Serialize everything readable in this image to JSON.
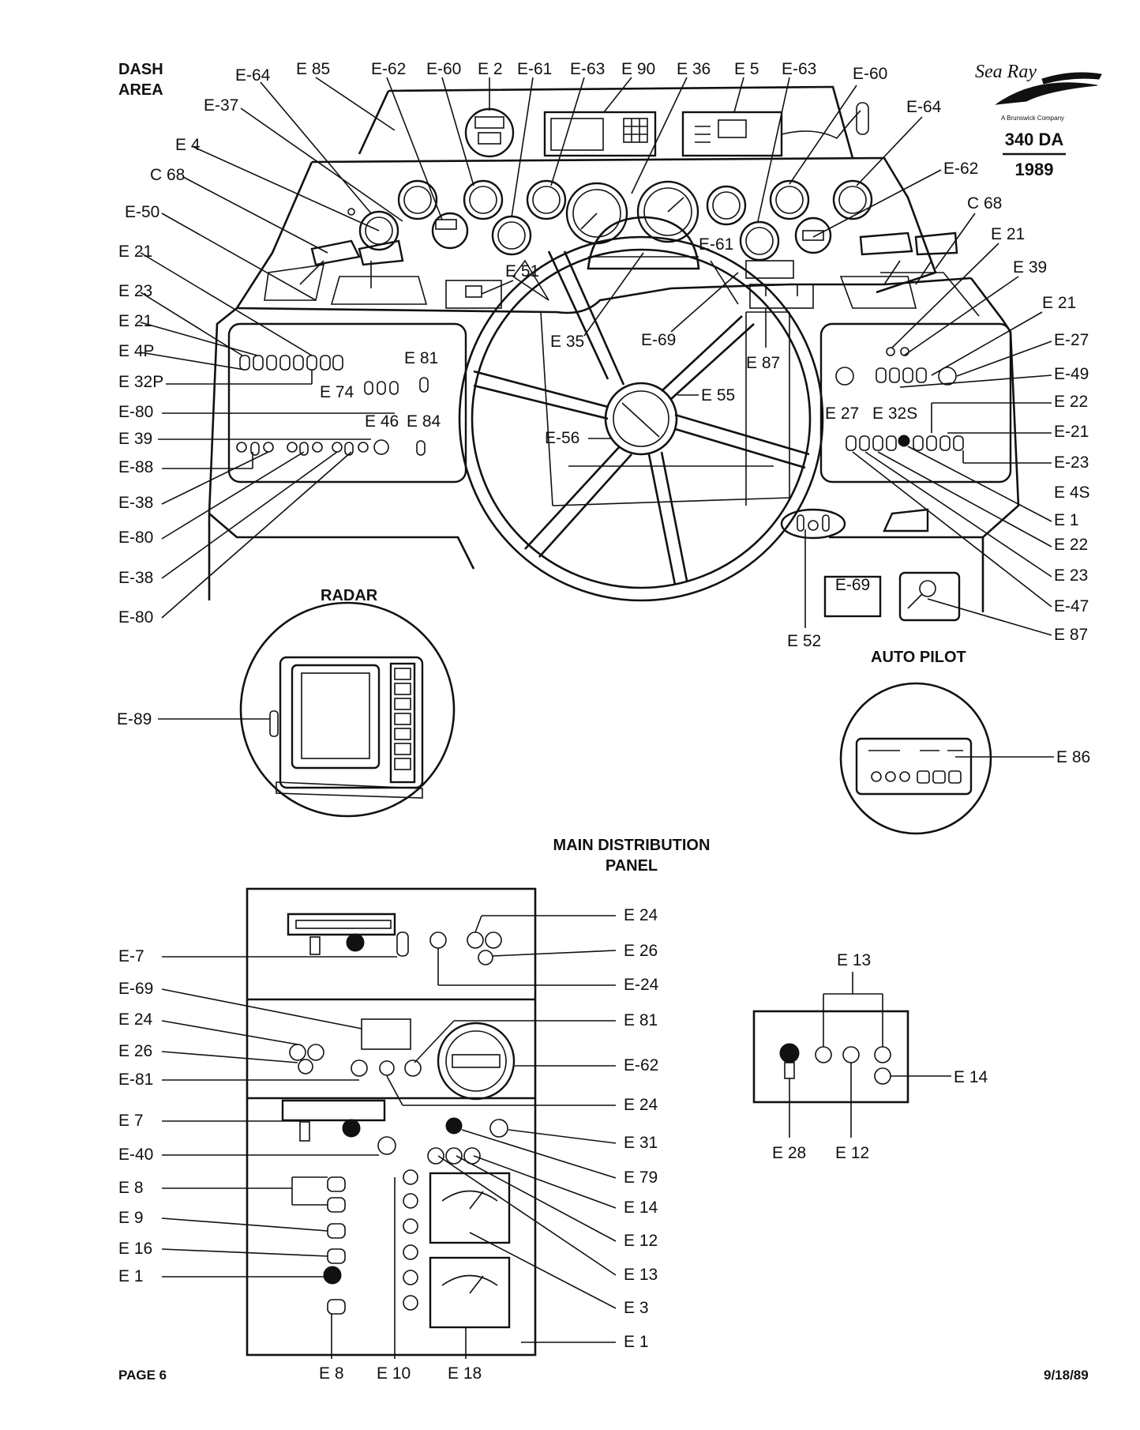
{
  "headings": {
    "dash_area_1": "DASH",
    "dash_area_2": "AREA",
    "radar": "RADAR",
    "auto_pilot": "AUTO PILOT",
    "main_panel_1": "MAIN DISTRIBUTION",
    "main_panel_2": "PANEL",
    "page": "PAGE 6",
    "date": "9/18/89"
  },
  "brand": {
    "logo_text": "Sea Ray",
    "company_line": "A Brunswick Company",
    "model": "340 DA",
    "year": "1989"
  },
  "dash_labels": [
    {
      "id": "e85",
      "text": "E 85"
    },
    {
      "id": "e64a",
      "text": "E-64"
    },
    {
      "id": "e62a",
      "text": "E-62"
    },
    {
      "id": "e60a",
      "text": "E-60"
    },
    {
      "id": "e2",
      "text": "E 2"
    },
    {
      "id": "e61a",
      "text": "E-61"
    },
    {
      "id": "e63a",
      "text": "E-63"
    },
    {
      "id": "e90",
      "text": "E 90"
    },
    {
      "id": "e36",
      "text": "E 36"
    },
    {
      "id": "e5",
      "text": "E 5"
    },
    {
      "id": "e63b",
      "text": "E-63"
    },
    {
      "id": "e60b",
      "text": "E-60"
    },
    {
      "id": "e64b",
      "text": "E-64"
    },
    {
      "id": "e37",
      "text": "E-37"
    },
    {
      "id": "e4",
      "text": "E 4"
    },
    {
      "id": "c68a",
      "text": "C 68"
    },
    {
      "id": "e50",
      "text": "E-50"
    },
    {
      "id": "e21a",
      "text": "E 21"
    },
    {
      "id": "e23a",
      "text": "E 23"
    },
    {
      "id": "e21b",
      "text": "E 21"
    },
    {
      "id": "e4p",
      "text": "E 4P"
    },
    {
      "id": "e32p",
      "text": "E 32P"
    },
    {
      "id": "e80a",
      "text": "E-80"
    },
    {
      "id": "e39a",
      "text": "E 39"
    },
    {
      "id": "e88",
      "text": "E-88"
    },
    {
      "id": "e38a",
      "text": "E-38"
    },
    {
      "id": "e80b",
      "text": "E-80"
    },
    {
      "id": "e38b",
      "text": "E-38"
    },
    {
      "id": "e80c",
      "text": "E-80"
    },
    {
      "id": "e51",
      "text": "E 51"
    },
    {
      "id": "e35",
      "text": "E 35"
    },
    {
      "id": "e69a",
      "text": "E-69"
    },
    {
      "id": "e87a",
      "text": "E 87"
    },
    {
      "id": "e55",
      "text": "E 55"
    },
    {
      "id": "e56",
      "text": "E-56"
    },
    {
      "id": "e61b",
      "text": "E-61"
    },
    {
      "id": "e62b",
      "text": "E-62"
    },
    {
      "id": "c68b",
      "text": "C 68"
    },
    {
      "id": "e21c",
      "text": "E 21"
    },
    {
      "id": "e39b",
      "text": "E 39"
    },
    {
      "id": "e21d",
      "text": "E 21"
    },
    {
      "id": "e27a",
      "text": "E-27"
    },
    {
      "id": "e49",
      "text": "E-49"
    },
    {
      "id": "e22a",
      "text": "E 22"
    },
    {
      "id": "e21e",
      "text": "E-21"
    },
    {
      "id": "e23b",
      "text": "E-23"
    },
    {
      "id": "e4s",
      "text": "E 4S"
    },
    {
      "id": "e1a",
      "text": "E 1"
    },
    {
      "id": "e22b",
      "text": "E 22"
    },
    {
      "id": "e23c",
      "text": "E 23"
    },
    {
      "id": "e47",
      "text": "E-47"
    },
    {
      "id": "e87b",
      "text": "E 87"
    },
    {
      "id": "e52",
      "text": "E 52"
    },
    {
      "id": "e27b",
      "text": "E 27"
    },
    {
      "id": "e32s",
      "text": "E 32S"
    },
    {
      "id": "e74",
      "text": "E 74"
    },
    {
      "id": "e81a",
      "text": "E 81"
    },
    {
      "id": "e46",
      "text": "E 46"
    },
    {
      "id": "e84",
      "text": "E 84"
    },
    {
      "id": "e69box",
      "text": "E-69"
    }
  ],
  "radar_labels": [
    {
      "id": "e89",
      "text": "E-89"
    }
  ],
  "autopilot_labels": [
    {
      "id": "e86",
      "text": "E 86"
    }
  ],
  "panel_labels": [
    {
      "id": "pe24a",
      "text": "E 24"
    },
    {
      "id": "pe26a",
      "text": "E 26"
    },
    {
      "id": "pe7a",
      "text": "E-7"
    },
    {
      "id": "pe24b",
      "text": "E-24"
    },
    {
      "id": "pe69",
      "text": "E-69"
    },
    {
      "id": "pe81a",
      "text": "E 81"
    },
    {
      "id": "pe24c",
      "text": "E 24"
    },
    {
      "id": "pe26b",
      "text": "E 26"
    },
    {
      "id": "pe62",
      "text": "E-62"
    },
    {
      "id": "pe81b",
      "text": "E-81"
    },
    {
      "id": "pe24d",
      "text": "E 24"
    },
    {
      "id": "pe7b",
      "text": "E 7"
    },
    {
      "id": "pe31",
      "text": "E 31"
    },
    {
      "id": "pe40",
      "text": "E-40"
    },
    {
      "id": "pe79",
      "text": "E 79"
    },
    {
      "id": "pe8a",
      "text": "E 8"
    },
    {
      "id": "pe14",
      "text": "E 14"
    },
    {
      "id": "pe9",
      "text": "E 9"
    },
    {
      "id": "pe12",
      "text": "E 12"
    },
    {
      "id": "pe16",
      "text": "E 16"
    },
    {
      "id": "pe13",
      "text": "E 13"
    },
    {
      "id": "pe1a",
      "text": "E 1"
    },
    {
      "id": "pe3",
      "text": "E 3"
    },
    {
      "id": "pe1b",
      "text": "E 1"
    },
    {
      "id": "pe8b",
      "text": "E 8"
    },
    {
      "id": "pe10",
      "text": "E 10"
    },
    {
      "id": "pe18",
      "text": "E 18"
    }
  ],
  "subpanel_labels": [
    {
      "id": "se13",
      "text": "E 13"
    },
    {
      "id": "se14",
      "text": "E 14"
    },
    {
      "id": "se28",
      "text": "E 28"
    },
    {
      "id": "se12",
      "text": "E 12"
    }
  ],
  "icons": {
    "gauge": "gauge-icon",
    "breaker": "breaker-switch-icon",
    "toggle": "toggle-switch-icon",
    "steering_wheel": "steering-wheel-icon",
    "throttle": "throttle-lever-icon",
    "meter": "analog-meter-icon"
  }
}
